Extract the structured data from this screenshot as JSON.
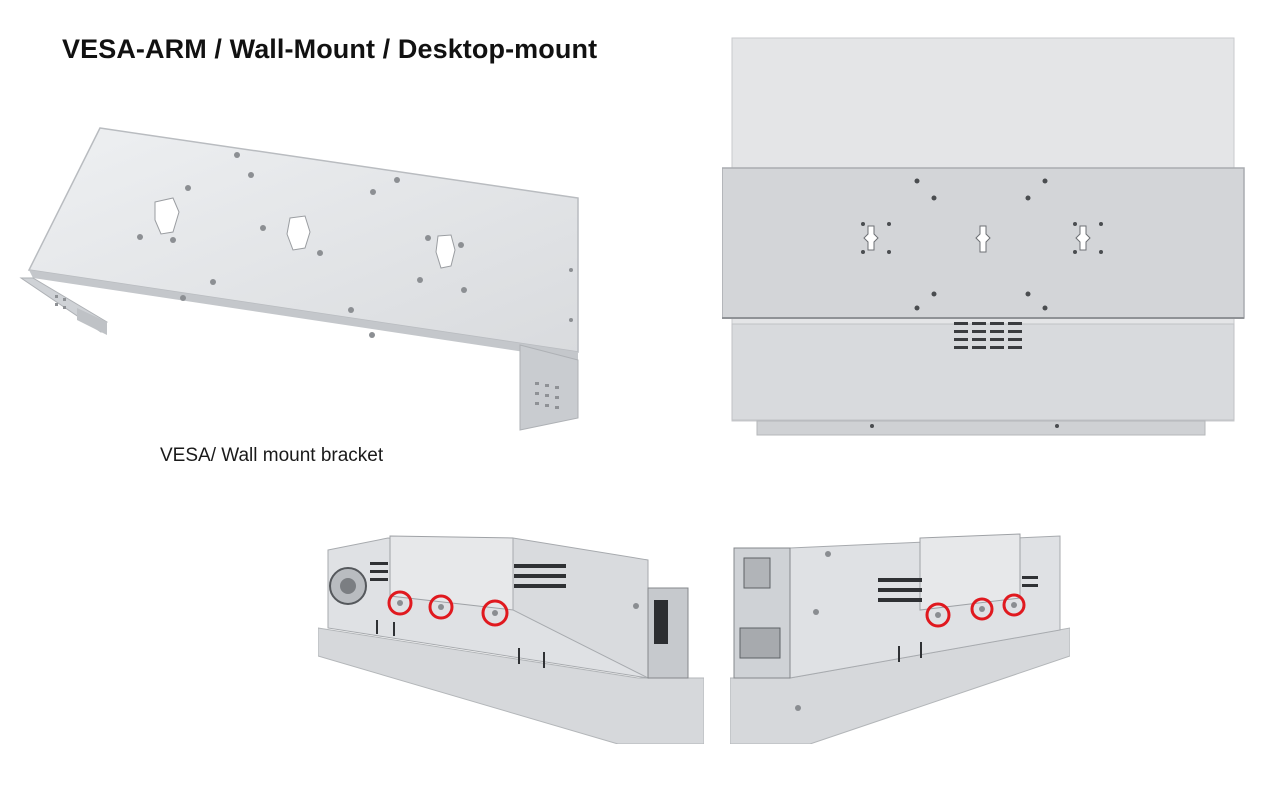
{
  "page": {
    "title": "VESA-ARM / Wall-Mount / Desktop-mount",
    "bracket_caption": "VESA/ Wall mount bracket"
  },
  "figures": [
    {
      "name": "vesa-wall-mount-bracket-photo"
    },
    {
      "name": "panel-back-with-bracket-photo"
    },
    {
      "name": "left-side-screw-points-photo"
    },
    {
      "name": "right-side-screw-points-photo"
    }
  ],
  "colors": {
    "text": "#111111",
    "metal": "#dcdde0",
    "highlight_circle": "#e0191f"
  }
}
